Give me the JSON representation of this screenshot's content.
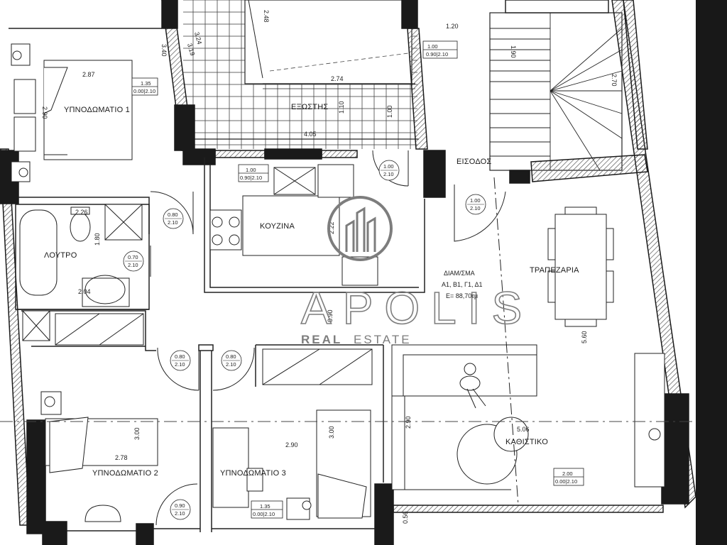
{
  "rooms": {
    "bedroom1": "ΥΠΝΟΔΩΜΑΤΙΟ 1",
    "balcony": "ΕΞΩΣΤΗΣ",
    "entrance": "ΕΙΣΟΔΟΣ",
    "kitchen": "ΚΟΥΖΙΝΑ",
    "bathroom": "ΛΟΥΤΡΟ",
    "dining": "ΤΡΑΠΕΖΑΡΙΑ",
    "bedroom2": "ΥΠΝΟΔΩΜΑΤΙΟ 2",
    "bedroom3": "ΥΠΝΟΔΩΜΑΤΙΟ 3",
    "living": "ΚΑΘΙΣΤΙΚΟ"
  },
  "apartment_info": {
    "line1": "ΔΙΑΜ/ΣΜΑ",
    "line2": "Α1, Β1, Γ1, Δ1",
    "line3": "Ε= 88,70τμ"
  },
  "dimensions": {
    "d_3_40": "3.40",
    "d_2_48": "2.48",
    "d_3_24": "3.24",
    "d_3_19": "3.19",
    "d_2_87": "2.87",
    "d_2_90_a": "2.90",
    "d_2_74": "2.74",
    "d_4_05": "4.05",
    "d_1_10": "1.10",
    "d_1_00_a": "1.00",
    "d_1_20": "1.20",
    "d_1_90": "1.90",
    "d_2_70": "2.70",
    "d_2_26": "2.26",
    "d_1_80": "1.80",
    "d_2_04": "2.04",
    "d_2_22": "2.22",
    "d_0_90": "0.90",
    "d_5_60": "5.60",
    "d_2_90_b": "2.90",
    "d_5_06": "5.06",
    "d_3_00_a": "3.00",
    "d_2_78": "2.78",
    "d_2_90_c": "2.90",
    "d_3_00_b": "3.00",
    "d_0_56": "0.56"
  },
  "window_tags": {
    "w1_top": "1.35",
    "w1_bot": "0.00|2.10",
    "w2_top": "1.00",
    "w2_bot": "0.90|2.10",
    "w3_top": "1.00",
    "w3_bot": "0.90|2.10",
    "w4_top": "2.00",
    "w4_bot": "0.00|2.10",
    "w5_top": "1.35",
    "w5_bot": "0.00|2.10"
  },
  "door_tags": [
    {
      "top": "1.00",
      "bot": "2.10"
    },
    {
      "top": "1.00",
      "bot": "2.10"
    },
    {
      "top": "0.80",
      "bot": "2.10"
    },
    {
      "top": "0.70",
      "bot": "2.10"
    },
    {
      "top": "0.80",
      "bot": "2.10"
    },
    {
      "top": "0.80",
      "bot": "2.10"
    },
    {
      "top": "0.90",
      "bot": "2.10"
    }
  ],
  "watermark": {
    "brand": "APOLIS",
    "sub_bold": "REAL",
    "sub_light": "ESTATE"
  },
  "colors": {
    "wall": "#1a1a1a",
    "hatch": "#555555",
    "line": "#222222",
    "watermark": "#7d7d7d",
    "sidebar": "#181818"
  }
}
